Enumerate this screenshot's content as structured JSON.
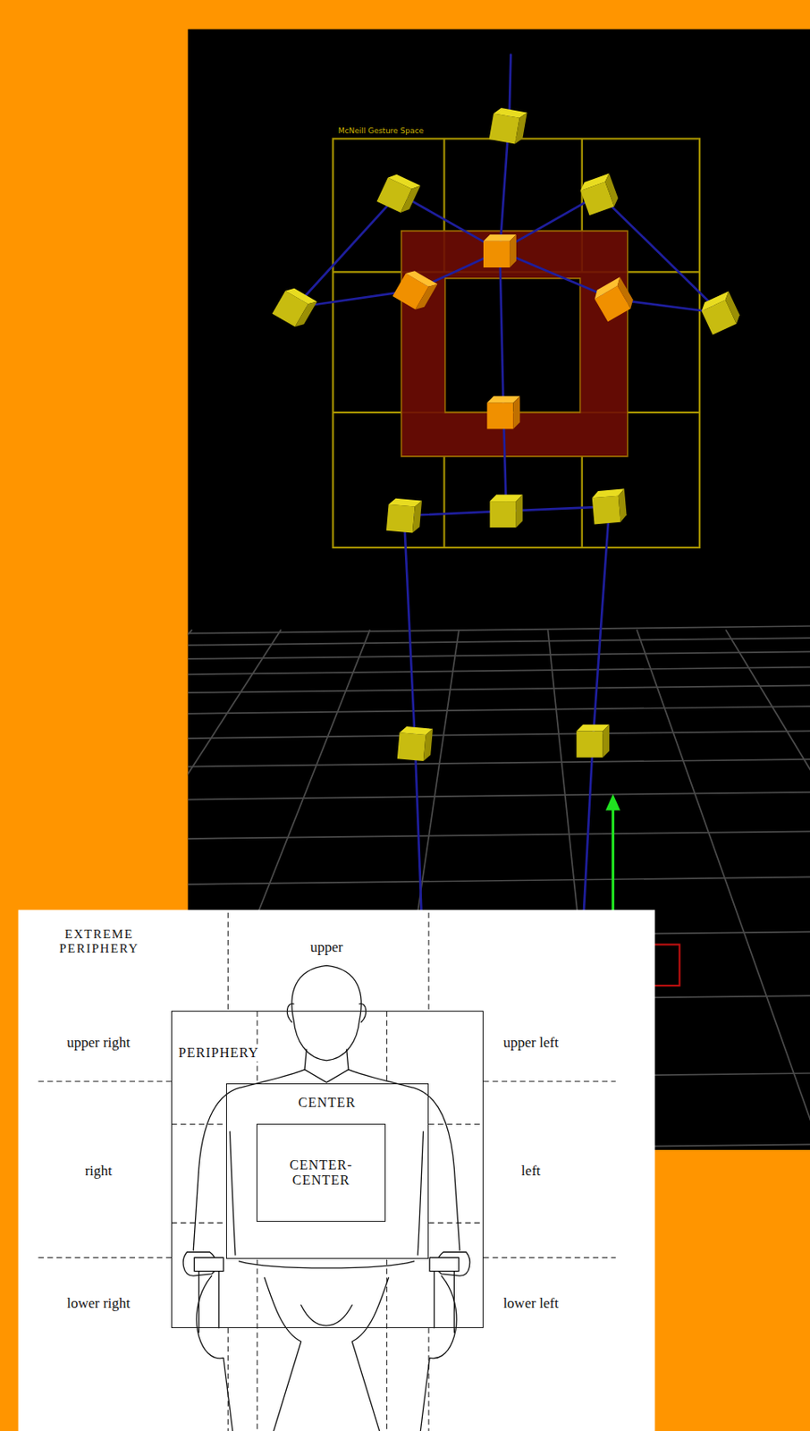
{
  "diagram": {
    "nodes": [
      {
        "text": [
          "EXTREME PERIPHERY"
        ]
      },
      {
        "text": [
          "PERIPHERY"
        ],
        "in": 0
      },
      {
        "text": [
          "CENTER"
        ],
        "in": 1
      },
      {
        "text": [
          "CENTER-CENTER"
        ],
        "in": 2
      }
    ],
    "labels": [
      "McNeill Gesture Space",
      "upper",
      "upper right",
      "upper left",
      "right",
      "left",
      "lower right",
      "lower left"
    ]
  }
}
